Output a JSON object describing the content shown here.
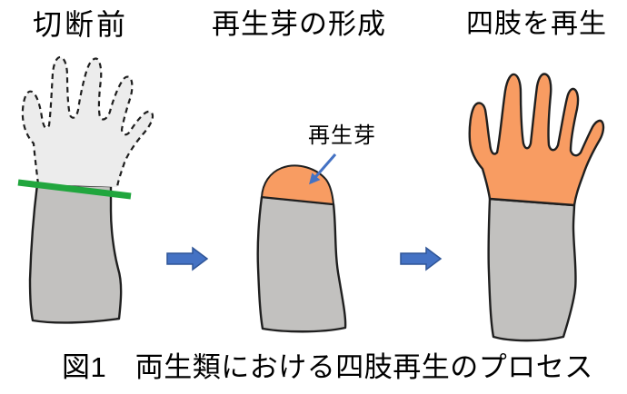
{
  "figure": {
    "caption": "図1　両生類における四肢再生のプロセス"
  },
  "stages": [
    {
      "title": "切断前"
    },
    {
      "title": "再生芽の形成"
    },
    {
      "title": "四肢を再生"
    }
  ],
  "annotations": {
    "blastema_label": "再生芽"
  },
  "icons": {
    "step_arrow": "right-block-arrow",
    "pointer_arrow": "down-left-arrow"
  },
  "colors": {
    "background": "#ffffff",
    "text": "#000000",
    "limb_outline": "#1f1f1f",
    "intact_hand_fill": "#ececec",
    "forearm_fill": "#c2c1bf",
    "blastema_orange": "#f89c62",
    "cut_line_green": "#21a63e",
    "arrow_blue_fill": "#4472c4",
    "arrow_blue_stroke": "#2f5597"
  }
}
